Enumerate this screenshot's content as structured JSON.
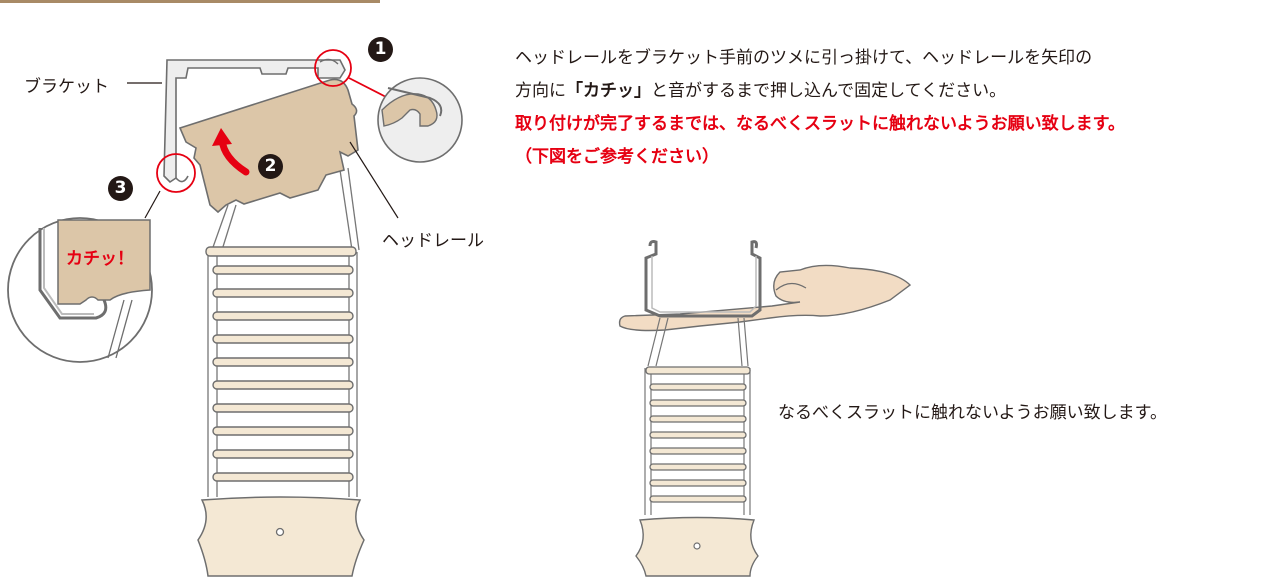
{
  "labels": {
    "bracket": "ブラケット",
    "headrail": "ヘッドレール",
    "click": "カチッ！",
    "step1": "1",
    "step2": "2",
    "step3": "3"
  },
  "instructions": {
    "line1": "ヘッドレールをブラケット手前のツメに引っ掛けて、ヘッドレールを矢印の",
    "line2_pre": "方向に",
    "line2_bold": "「カチッ」",
    "line2_post": "と音がするまで押し込んで固定してください。",
    "warning": "取り付けが完了するまでは、なるべくスラットに触れないようお願い致します。",
    "reference": "（下図をご参考ください）"
  },
  "caption": "なるべくスラットに触れないようお願い致します。",
  "colors": {
    "accent_red": "#e60012",
    "headrail": "#dcc6a8",
    "slat": "#f4e8d4",
    "text": "#231815",
    "top_bar": "#a88a66"
  }
}
